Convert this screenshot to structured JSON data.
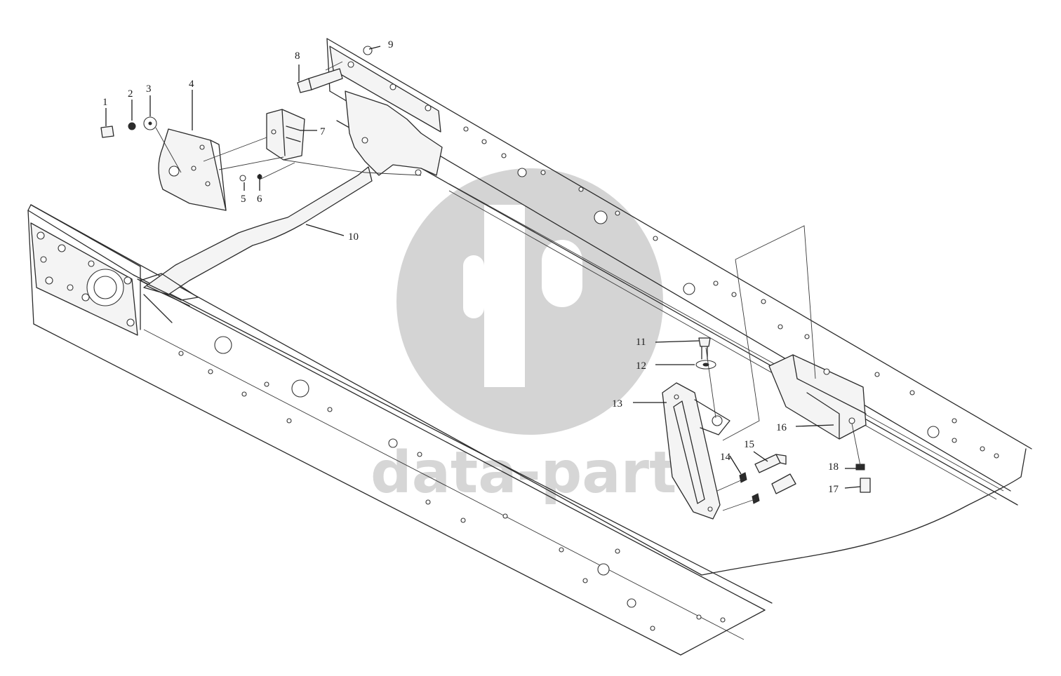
{
  "diagram": {
    "callouts": [
      {
        "id": "c1",
        "label": "1"
      },
      {
        "id": "c2",
        "label": "2"
      },
      {
        "id": "c3",
        "label": "3"
      },
      {
        "id": "c4",
        "label": "4"
      },
      {
        "id": "c5",
        "label": "5"
      },
      {
        "id": "c6",
        "label": "6"
      },
      {
        "id": "c7",
        "label": "7"
      },
      {
        "id": "c8",
        "label": "8"
      },
      {
        "id": "c9",
        "label": "9"
      },
      {
        "id": "c10",
        "label": "10"
      },
      {
        "id": "c11",
        "label": "11"
      },
      {
        "id": "c12",
        "label": "12"
      },
      {
        "id": "c13",
        "label": "13"
      },
      {
        "id": "c14",
        "label": "14"
      },
      {
        "id": "c15",
        "label": "15"
      },
      {
        "id": "c16",
        "label": "16"
      },
      {
        "id": "c17",
        "label": "17"
      },
      {
        "id": "c18",
        "label": "18"
      }
    ]
  },
  "watermark": {
    "text": "data-parts",
    "logo_icon": "dp-logo-icon",
    "color": "#c8c8c8"
  },
  "colors": {
    "line": "#2b2b2b",
    "background": "#ffffff"
  }
}
